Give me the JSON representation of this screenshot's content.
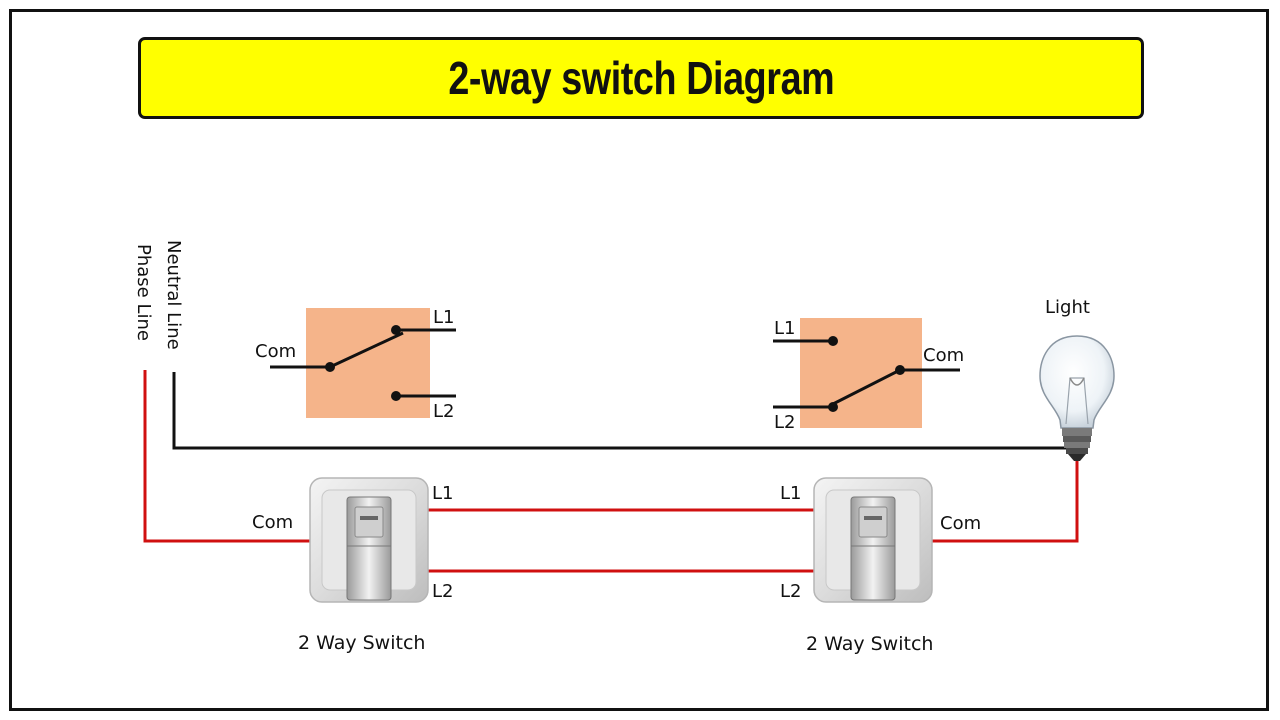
{
  "title": "2-way switch Diagram",
  "lines": {
    "neutral": "Neutral Line",
    "phase": "Phase Line"
  },
  "light_label": "Light",
  "schematic_left": {
    "com": "Com",
    "l1": "L1",
    "l2": "L2"
  },
  "schematic_right": {
    "com": "Com",
    "l1": "L1",
    "l2": "L2"
  },
  "switch_left": {
    "com": "Com",
    "l1": "L1",
    "l2": "L2",
    "caption": "2 Way Switch"
  },
  "switch_right": {
    "com": "Com",
    "l1": "L1",
    "l2": "L2",
    "caption": "2 Way Switch"
  },
  "colors": {
    "banner": "#ffff00",
    "phase_wire": "#d01010",
    "neutral_wire": "#111111",
    "switch_box": "#f5b48a"
  }
}
